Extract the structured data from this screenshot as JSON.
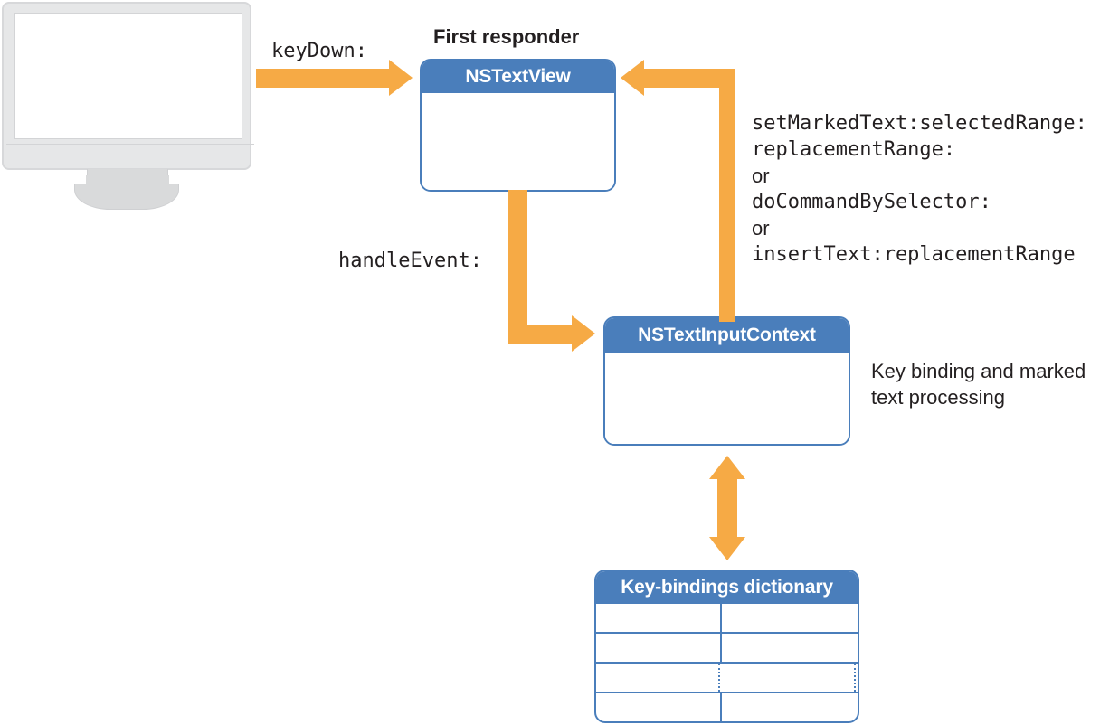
{
  "diagram": {
    "title_label": "First responder",
    "colors": {
      "accent_blue": "#4a7ebb",
      "accent_orange": "#f6aa45",
      "text": "#231f20",
      "monitor_gray": "#e6e7e8"
    }
  },
  "monitor": {
    "icon": "imac-display-icon",
    "logo": "apple-logo-icon",
    "logo_glyph": ""
  },
  "nodes": {
    "textview": {
      "title": "NSTextView"
    },
    "inputcontext": {
      "title": "NSTextInputContext"
    },
    "dictionary": {
      "title": "Key-bindings dictionary",
      "rows": [
        {
          "left": "",
          "right": ""
        },
        {
          "left": "",
          "right": ""
        },
        {
          "left": "",
          "right": "",
          "ellipsis": true
        },
        {
          "left": "",
          "right": ""
        }
      ]
    }
  },
  "labels": {
    "keydown": "keyDown:",
    "handle_event": "handleEvent:",
    "key_binding_note": "Key binding and marked text processing"
  },
  "callbacks": [
    {
      "type": "selector",
      "text": "setMarkedText:selectedRange:"
    },
    {
      "type": "selector",
      "text": "replacementRange:"
    },
    {
      "type": "conjunction",
      "text": "or"
    },
    {
      "type": "selector",
      "text": "doCommandBySelector:"
    },
    {
      "type": "conjunction",
      "text": "or"
    },
    {
      "type": "selector",
      "text": "insertText:replacementRange"
    }
  ],
  "arrows": {
    "keydown_arrow": "arrow-right-icon",
    "handle_event_arrow": "arrow-elbow-down-right-icon",
    "callback_arrow": "arrow-elbow-up-left-icon",
    "dictionary_arrow": "arrow-double-vertical-icon"
  }
}
